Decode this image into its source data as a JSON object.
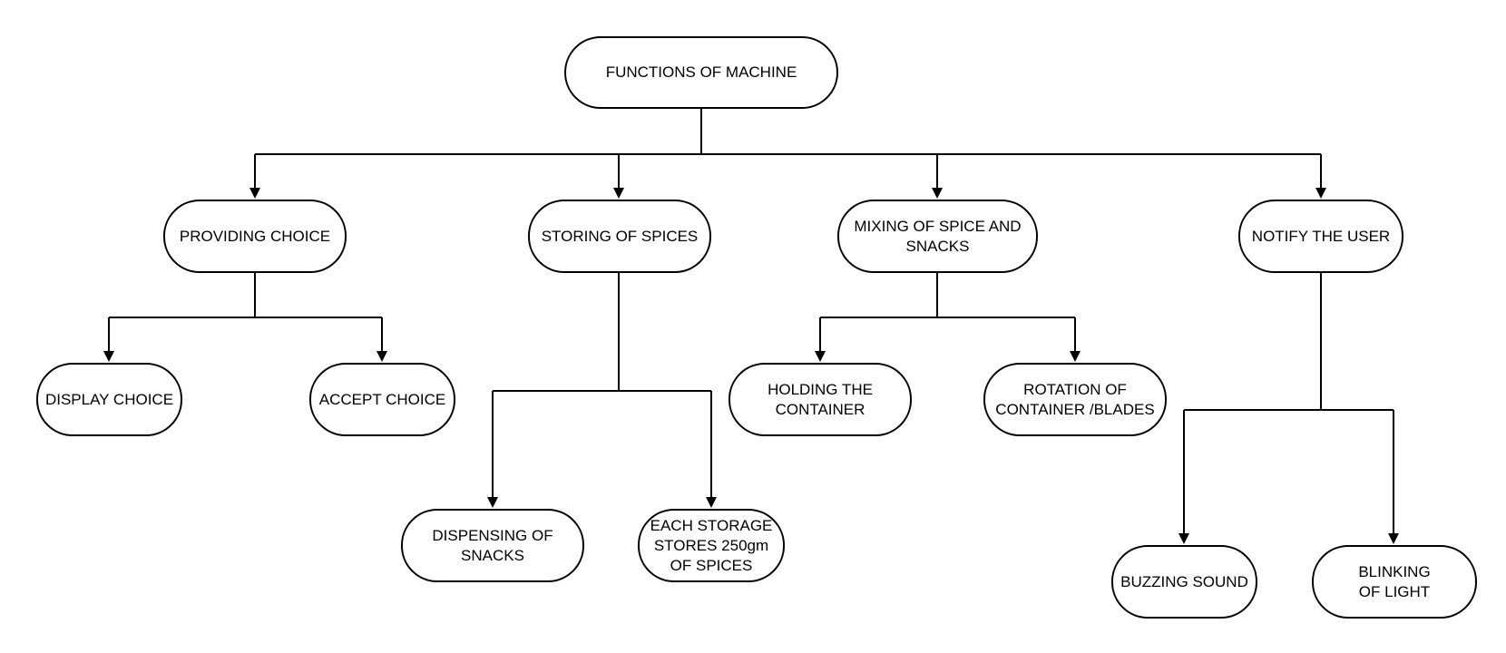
{
  "diagram": {
    "root": "FUNCTIONS OF MACHINE",
    "level1": [
      "PROVIDING CHOICE",
      "STORING OF SPICES",
      "MIXING OF SPICE AND SNACKS",
      "NOTIFY THE USER"
    ],
    "providing_choice": [
      "DISPLAY CHOICE",
      "ACCEPT CHOICE"
    ],
    "storing_of_spices": [
      "DISPENSING OF SNACKS",
      "EACH STORAGE STORES 250gm OF SPICES"
    ],
    "mixing": [
      "HOLDING THE CONTAINER",
      "ROTATION OF CONTAINER /BLADES"
    ],
    "notify": [
      "BUZZING SOUND",
      "BLINKING OF LIGHT"
    ]
  },
  "colors": {
    "stroke": "#000000",
    "background": "#ffffff",
    "text": "#000000"
  }
}
